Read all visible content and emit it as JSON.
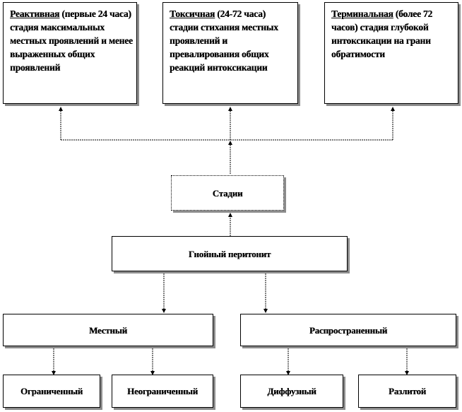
{
  "stages_top": [
    {
      "title": "Реактивная",
      "rest": "(первые 24 часа) стадия максимальных местных проявлений и менее выраженных общих проявлений"
    },
    {
      "title": "Токсичная",
      "rest": "(24-72 часа) стадии стихания местных проявлений и превалирования общих реакций интоксикации"
    },
    {
      "title": "Терминальная",
      "rest": "(более 72 часов) стадия глубокой интоксикации на грани обратимости"
    }
  ],
  "stadii_label": "Стадии",
  "root_label": "Гнойный перитонит",
  "mid_left": "Местный",
  "mid_right": "Распространенный",
  "leaves": [
    "Ограниченный",
    "Неограниченный",
    "Диффузный",
    "Разлитой"
  ],
  "colors": {
    "line": "#000000",
    "shadow": "#8c8c8c",
    "background": "#ffffff"
  }
}
